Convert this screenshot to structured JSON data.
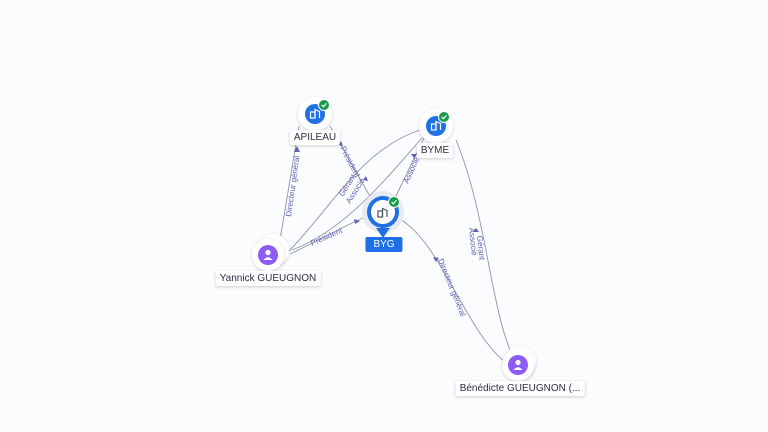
{
  "nodes": {
    "byg": {
      "label": "BYG",
      "type": "company",
      "verified": true
    },
    "apileau": {
      "label": "APILEAU",
      "type": "company",
      "verified": true
    },
    "byme": {
      "label": "BYME",
      "type": "company",
      "verified": true
    },
    "yannick": {
      "label": "Yannick GUEUGNON",
      "type": "person"
    },
    "benedicte": {
      "label": "Bénédicte GUEUGNON (...",
      "type": "person"
    }
  },
  "edges": {
    "yannick_apileau": "Directeur général",
    "apileau_byg": "Président",
    "yannick_byme_1": "Gérant",
    "yannick_byme_2": "Associé",
    "byme_byg": "Associé",
    "yannick_byg": "Président",
    "byg_benedicte": "Directeur général",
    "byme_benedicte_1": "Gérant",
    "byme_benedicte_2": "Associé"
  },
  "colors": {
    "company": "#1f6fe5",
    "person": "#8b5cf6",
    "verified": "#1a9b4b",
    "edge": "#8e95a6",
    "edge_label": "#5f61b5"
  },
  "icons": {
    "company": "building-icon",
    "person": "person-icon",
    "verified": "check-badge-icon"
  }
}
